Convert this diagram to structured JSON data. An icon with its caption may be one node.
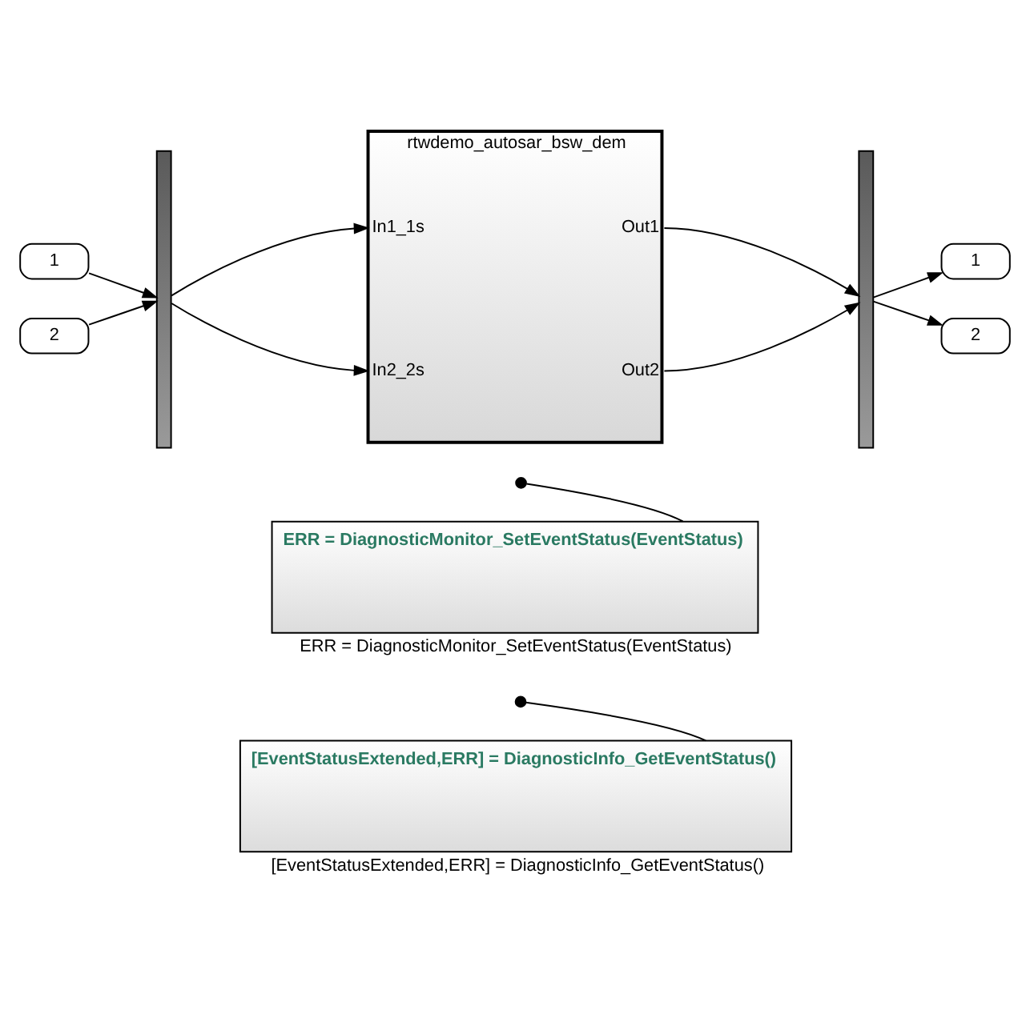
{
  "diagram": {
    "nodes": [
      {
        "text": [
          "1"
        ]
      },
      {
        "text": [
          "2"
        ]
      },
      {
        "text": [],
        "shape": "bar"
      },
      {
        "text": [
          "rtwdemo_autosar_bsw_dem",
          "In1_1s",
          "In2_2s",
          "Out1",
          "Out2"
        ]
      },
      {
        "text": [],
        "shape": "bar"
      },
      {
        "text": [
          "1"
        ]
      },
      {
        "text": [
          "2"
        ]
      },
      {
        "text": [
          "ERR = DiagnosticMonitor_SetEventStatus(EventStatus)"
        ],
        "beside": [
          "ERR = DiagnosticMonitor_SetEventStatus(EventStatus)"
        ]
      },
      {
        "text": [
          "[EventStatusExtended,ERR] = DiagnosticInfo_GetEventStatus()"
        ],
        "beside": [
          "[EventStatusExtended,ERR] = DiagnosticInfo_GetEventStatus()"
        ]
      }
    ],
    "edges": [
      {
        "from": 0,
        "to": 2,
        "arrow": "to"
      },
      {
        "from": 1,
        "to": 2,
        "arrow": "to"
      },
      {
        "from": 2,
        "to": 3,
        "arrow": "to"
      },
      {
        "from": 2,
        "to": 3,
        "arrow": "to"
      },
      {
        "from": 3,
        "to": 4,
        "arrow": "to"
      },
      {
        "from": 3,
        "to": 4,
        "arrow": "to"
      },
      {
        "from": 4,
        "to": 5,
        "arrow": "to"
      },
      {
        "from": 4,
        "to": 6,
        "arrow": "to"
      },
      {
        "from": null,
        "to": 7,
        "arrow": "other"
      },
      {
        "from": null,
        "to": 8,
        "arrow": "other"
      }
    ]
  }
}
